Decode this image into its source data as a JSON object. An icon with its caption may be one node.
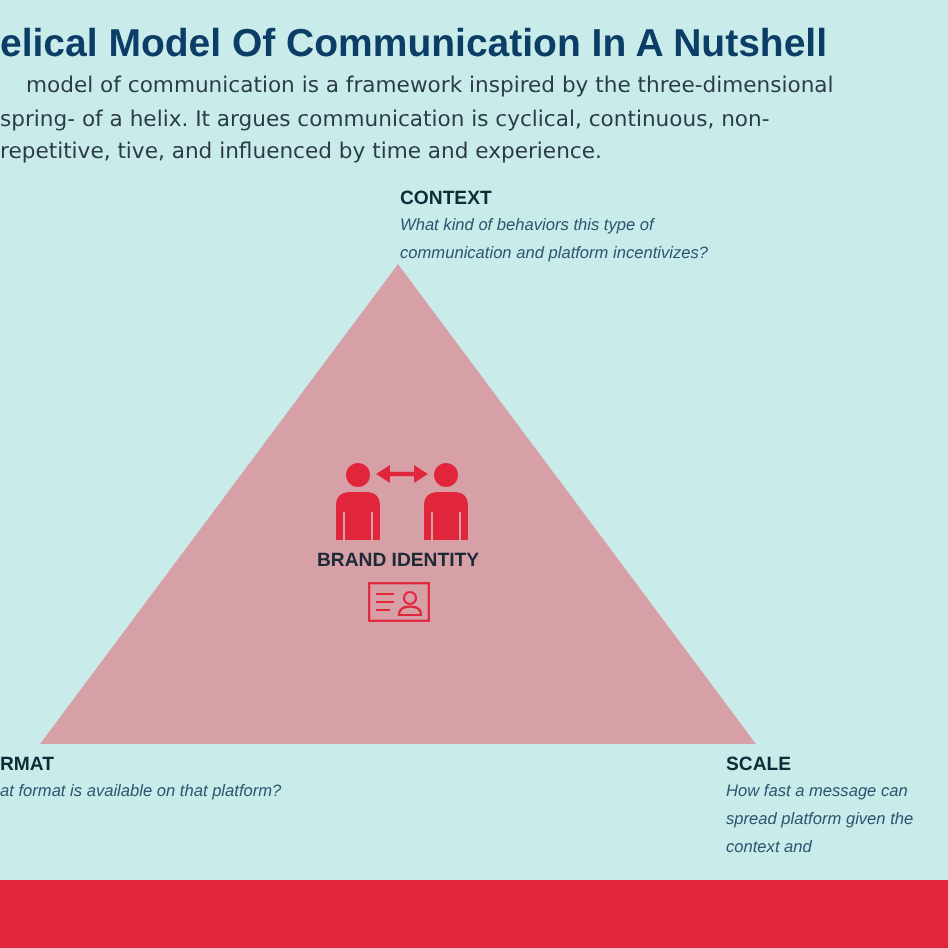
{
  "diagram": {
    "title": "elical Model Of Communication In A Nutshell",
    "nodes": [
      {
        "text": [
          "BRAND IDENTITY"
        ]
      }
    ],
    "labels": [
      "model of communication is a framework inspired by the three-dimensional spring- of a helix. It argues communication is cyclical, continuous, non-repetitive, tive, and influenced by time and experience.",
      "CONTEXT",
      "What kind of behaviors this type of communication and platform incentivizes?",
      "RMAT",
      "at format is available on that platform?",
      "SCALE",
      "How fast a message can spread platform given the context and"
    ]
  }
}
